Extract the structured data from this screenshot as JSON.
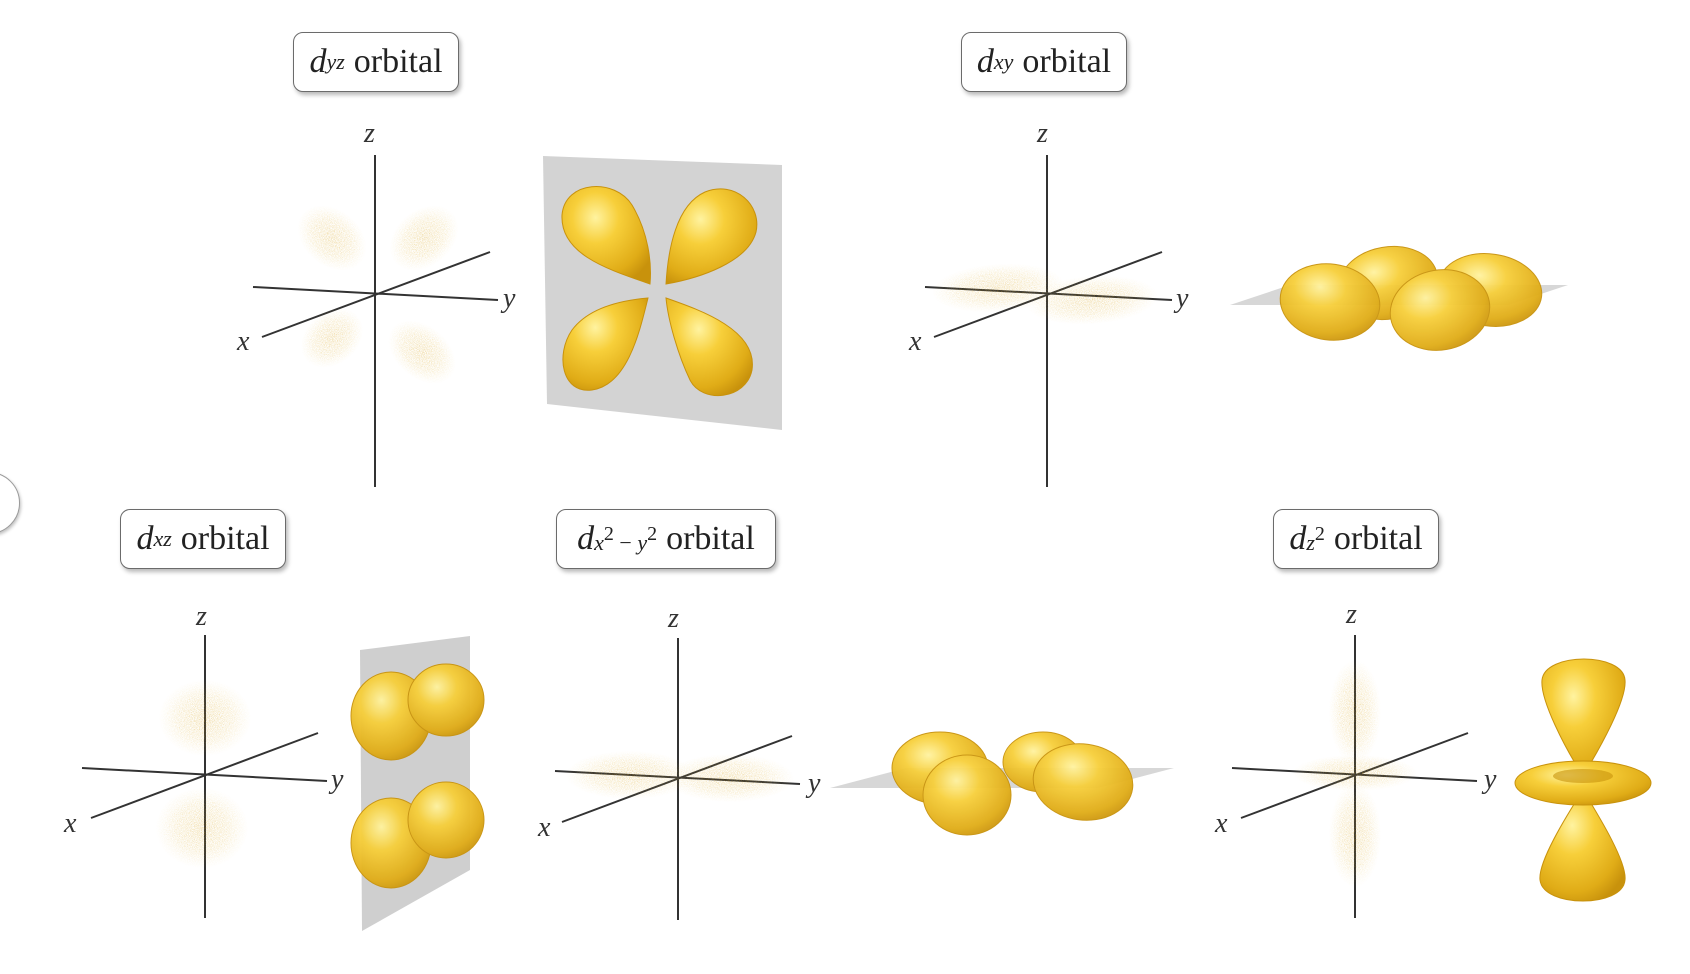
{
  "labels": {
    "dyz": {
      "sym": "d",
      "sub": "yz",
      "word": "orbital"
    },
    "dxy": {
      "sym": "d",
      "sub": "xy",
      "word": "orbital"
    },
    "dxz": {
      "sym": "d",
      "sub": "xz",
      "word": "orbital"
    },
    "dx2y2": {
      "sym": "d",
      "sub_a": "x",
      "sup_a": "2",
      "sub_minus": " − ",
      "sub_b": "y",
      "sup_b": "2",
      "word": "orbital"
    },
    "dz2": {
      "sym": "d",
      "sub": "z",
      "sup": "2",
      "word": "orbital"
    }
  },
  "axes": {
    "x": "x",
    "y": "y",
    "z": "z"
  },
  "colors": {
    "lobe": "#f2c12e",
    "lobe_dark": "#cf9d10",
    "lobe_light": "#ffe066",
    "dots": "#d9a520",
    "plane": "#cfcfcf",
    "axis": "#333333"
  }
}
